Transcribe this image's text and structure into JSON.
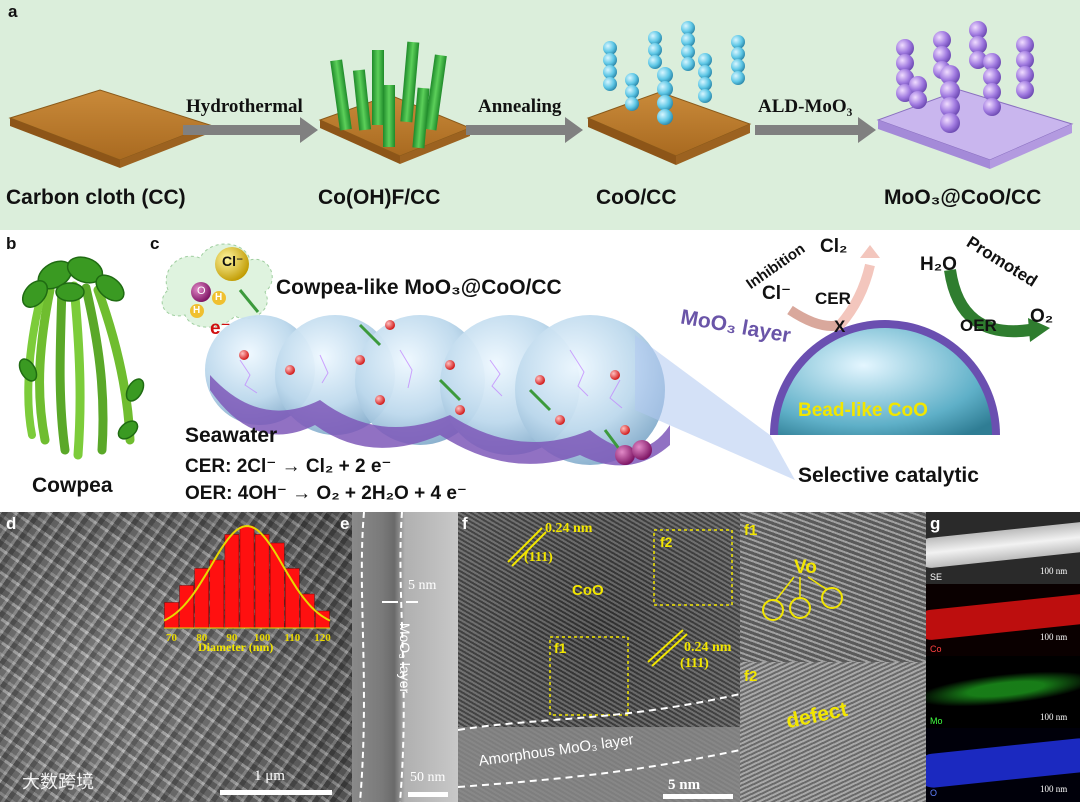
{
  "panel_a": {
    "letter": "a",
    "steps": [
      "Carbon cloth (CC)",
      "Co(OH)F/CC",
      "CoO/CC",
      "MoO₃@CoO/CC"
    ],
    "arrows": [
      "Hydrothermal",
      "Annealing",
      "ALD-MoO₃"
    ]
  },
  "panel_b": {
    "letter": "b",
    "label": "Cowpea"
  },
  "panel_c": {
    "letter": "c",
    "title": "Cowpea-like MoO₃@CoO/CC",
    "ion_cl": "Cl⁻",
    "atom_o": "O",
    "atom_h": "H",
    "electron": "e⁻",
    "seawater": "Seawater",
    "cer_eq": "CER: 2Cl⁻ → Cl₂ + 2 e⁻",
    "oer_eq": "OER: 4OH⁻ → O₂ + 2H₂O + 4 e⁻",
    "moo3_layer": "MoO₃ layer",
    "bead_like": "Bead-like CoO",
    "selective": "Selective catalytic",
    "inhibition": "Inhibition",
    "promoted": "Promoted",
    "cl2": "Cl₂",
    "cl_minus": "Cl⁻",
    "cer": "CER",
    "x_mark": "X",
    "h2o": "H₂O",
    "oer": "OER",
    "o2": "O₂"
  },
  "panel_d": {
    "letter": "d",
    "scale": "1 μm",
    "xlabel": "Diameter (nm)"
  },
  "panel_e": {
    "letter": "e",
    "thickness": "5 nm",
    "layer": "MoO₃ layer",
    "scale": "50 nm"
  },
  "panel_f": {
    "letter": "f",
    "d1": "0.24 nm",
    "h1": "(111)",
    "d2": "0.24 nm",
    "h2": "(111)",
    "coo": "CoO",
    "box1": "f1",
    "box2": "f2",
    "amorphous": "Amorphous MoO₃ layer",
    "scale": "5 nm"
  },
  "panel_f1": {
    "label": "f1",
    "vo": "Vo"
  },
  "panel_f2": {
    "label": "f2",
    "defect": "defect"
  },
  "panel_g": {
    "letter": "g",
    "maps": [
      {
        "tag": "SE",
        "scale": "100 nm",
        "color": "#e8e8e8"
      },
      {
        "tag": "Co",
        "scale": "100 nm",
        "color": "#e01010"
      },
      {
        "tag": "Mo",
        "scale": "100 nm",
        "color": "#22b222"
      },
      {
        "tag": "O",
        "scale": "100 nm",
        "color": "#2030e0"
      }
    ]
  },
  "watermark": "大数跨境",
  "chart_data": {
    "type": "bar",
    "xlabel": "Diameter (nm)",
    "categories": [
      "70",
      "75",
      "80",
      "85",
      "90",
      "95",
      "100",
      "105",
      "110",
      "115",
      "120"
    ],
    "values": [
      3,
      5,
      7,
      8,
      11,
      12,
      11,
      10,
      7,
      4,
      2
    ],
    "x_ticks": [
      "70",
      "80",
      "90",
      "100",
      "110",
      "120"
    ],
    "fit": "gaussian",
    "colors": {
      "bars": "#ff1010",
      "fit": "#e8d800"
    }
  }
}
